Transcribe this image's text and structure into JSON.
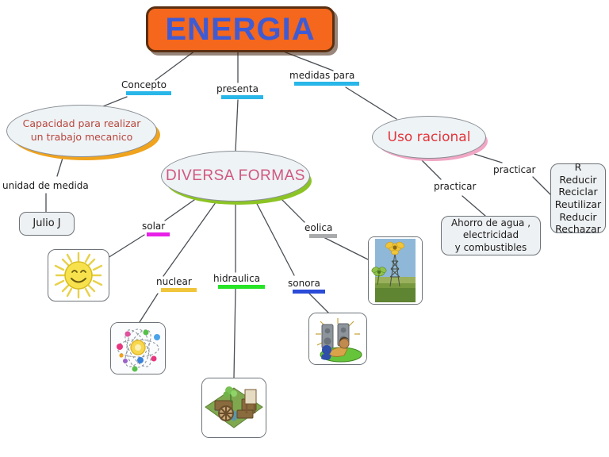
{
  "title": {
    "text": "ENERGIA",
    "bg": "#f4671c",
    "fg": "#3f5bd4",
    "border": "#5a2f10"
  },
  "nodes": {
    "concepto": {
      "text": "Capacidad para realizar un trabajo mecanico",
      "text_color": "#b9453c",
      "shadow": "#f0a31d"
    },
    "formas": {
      "text": "DIVERSA FORMAS",
      "text_color": "#d1577e",
      "shadow": "#8cc425"
    },
    "uso_racional": {
      "text": "Uso racional",
      "text_color": "#e2353a",
      "shadow": "#f0a6c4"
    },
    "julio": {
      "text": "Julio J"
    },
    "ahorro": {
      "text": "Ahorro de agua , electricidad y combustibles"
    },
    "erres": {
      "text": "R Reducir Reciclar Reutilizar Reducir Rechazar"
    }
  },
  "labels": {
    "concepto": {
      "text": "Concepto",
      "accent": "#29b6e8"
    },
    "presenta": {
      "text": "presenta",
      "accent": "#29b6e8"
    },
    "medidas_para": {
      "text": "medidas para",
      "accent": "#29b6e8"
    },
    "unidad_de_medida": {
      "text": "unidad de medida",
      "accent": "none"
    },
    "solar": {
      "text": "solar",
      "accent": "#e820e8"
    },
    "nuclear": {
      "text": "nuclear",
      "accent": "#f0c53a"
    },
    "hidraulica": {
      "text": "hidraulica",
      "accent": "#27e427"
    },
    "eolica": {
      "text": "eolica",
      "accent": "#a8aaac"
    },
    "sonora": {
      "text": "sonora",
      "accent": "#2b4bd8"
    },
    "practicar_ahorro": {
      "text": "practicar",
      "accent": "none"
    },
    "practicar_erres": {
      "text": "practicar",
      "accent": "none"
    }
  },
  "images": {
    "solar": "smiling-sun-image",
    "nuclear": "atom-image",
    "hidraulica": "water-mill-image",
    "sonora": "loudspeakers-person-image",
    "eolica": "wind-turbine-photo"
  },
  "edges": {
    "color": "#4a4f55",
    "width": 1.3
  }
}
